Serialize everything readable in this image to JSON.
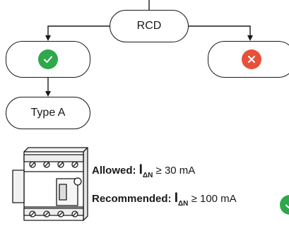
{
  "root": {
    "label": "RCD"
  },
  "yes_branch": {
    "icon": "check-icon",
    "color": "#2ea84a"
  },
  "no_branch": {
    "icon": "cross-icon",
    "color": "#e8503a"
  },
  "result": {
    "label": "Type A"
  },
  "device": {
    "icon": "rcd-breaker-icon"
  },
  "allowed": {
    "label": "Allowed:",
    "symbol": "I",
    "subscript": "ΔN",
    "condition": "≥ 30 mA"
  },
  "recommended": {
    "label": "Recommended:",
    "symbol": "I",
    "subscript": "ΔN",
    "condition": "≥ 100 mA",
    "icon": "check-icon",
    "color": "#2ea84a"
  }
}
